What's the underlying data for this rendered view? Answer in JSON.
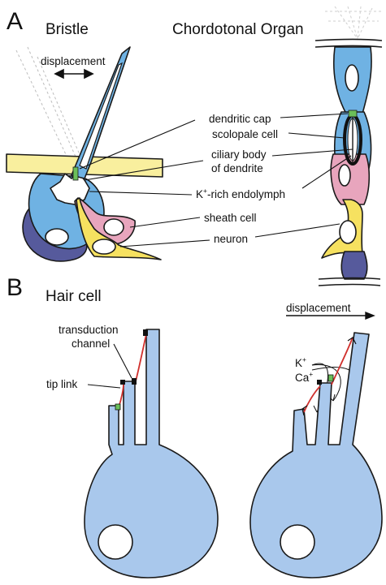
{
  "panel_a": {
    "letter": "A",
    "bristle_title": "Bristle",
    "chordotonal_title": "Chordotonal Organ",
    "displacement_label": "displacement",
    "labels": {
      "dendritic_cap": "dendritic cap",
      "scolopale_cell": "scolopale cell",
      "ciliary_body_line1": "ciliary body",
      "ciliary_body_line2": "of dendrite",
      "endolymph_k": "K",
      "endolymph_plus": "+",
      "endolymph_rest": "-rich endolymph",
      "sheath_cell": "sheath cell",
      "neuron": "neuron"
    }
  },
  "panel_b": {
    "letter": "B",
    "title": "Hair cell",
    "transduction_line1": "transduction",
    "transduction_line2": "channel",
    "tip_link": "tip link",
    "displacement_label": "displacement",
    "k_ion": "K",
    "ca_ion": "Ca",
    "ion_plus": "+"
  },
  "colors": {
    "cell_blue": "#6fb2e3",
    "hair_cell_blue": "#a9c8ec",
    "cuticle_yellow": "#f9ef9e",
    "neuron_yellow": "#f6e160",
    "sheath_pink": "#e8a5bd",
    "dark_purple": "#565a9c",
    "cap_green": "#6bbf59",
    "tip_link_red": "#d0302d"
  }
}
